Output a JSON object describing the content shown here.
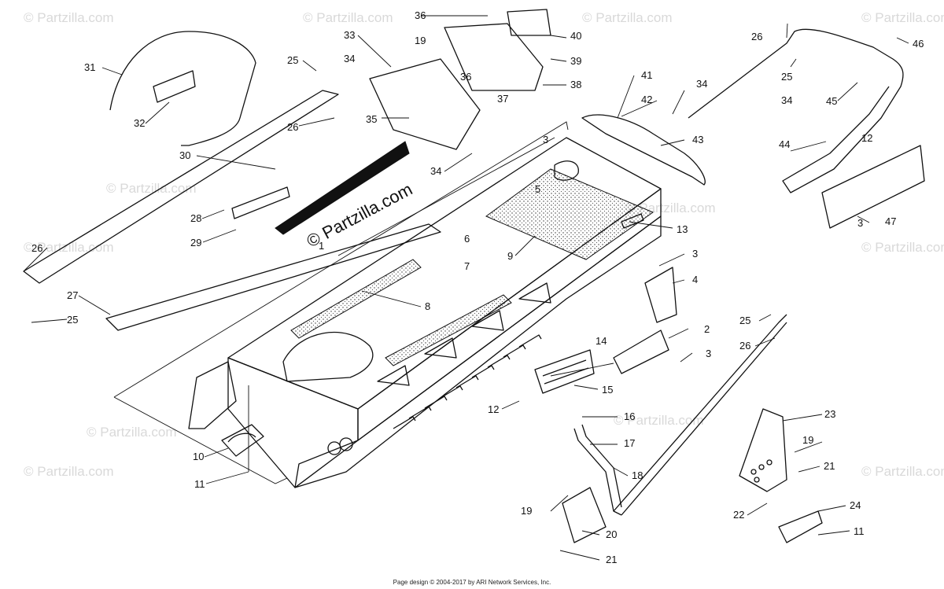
{
  "watermark": {
    "small": "© Partzilla.com",
    "large": "© Partzilla.com"
  },
  "footer": "Page design © 2004-2017 by ARI Network Services, Inc.",
  "callouts": [
    "1",
    "2",
    "3",
    "3",
    "3",
    "3",
    "4",
    "5",
    "6",
    "7",
    "8",
    "9",
    "10",
    "11",
    "11",
    "12",
    "12",
    "13",
    "14",
    "15",
    "16",
    "17",
    "18",
    "19",
    "19",
    "19",
    "20",
    "21",
    "21",
    "22",
    "23",
    "24",
    "25",
    "25",
    "25",
    "25",
    "26",
    "26",
    "26",
    "26",
    "27",
    "28",
    "29",
    "30",
    "31",
    "32",
    "33",
    "34",
    "34",
    "34",
    "34",
    "35",
    "36",
    "36",
    "37",
    "38",
    "39",
    "40",
    "41",
    "42",
    "43",
    "44",
    "45",
    "46",
    "47"
  ]
}
